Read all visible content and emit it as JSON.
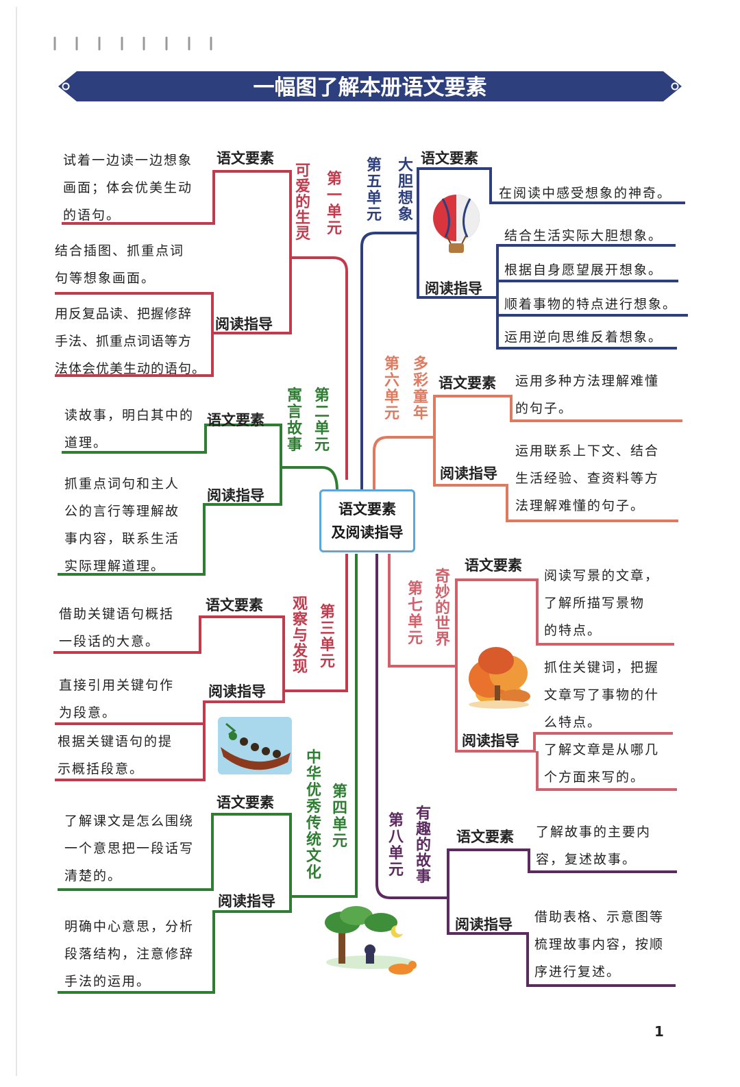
{
  "banner": {
    "title": "一幅图了解本册语文要素"
  },
  "page_number": "1",
  "center": {
    "line1": "语文要素",
    "line2": "及阅读指导"
  },
  "colors": {
    "banner": "#2d3f7c",
    "unit1": "#c23b4c",
    "unit2": "#2e7d32",
    "unit3": "#c23b4c",
    "unit4": "#2e7d32",
    "unit5": "#2d3f7c",
    "unit6": "#e07a5f",
    "unit7": "#d2606b",
    "unit8": "#5b2a5e",
    "center_border": "#5aa7d8"
  },
  "units": [
    {
      "id": "unit1",
      "unit": "第一单元",
      "theme": "可爱的生灵",
      "element_label": "语文要素",
      "guide_label": "阅读指导",
      "element_lines": [
        "试着一边读一边想象",
        "画面；体会优美生动",
        "的语句。"
      ],
      "guides": [
        [
          "结合插图、抓重点词",
          "句等想象画面。"
        ],
        [
          "用反复品读、把握修辞",
          "手法、抓重点词语等方",
          "法体会优美生动的语句。"
        ]
      ]
    },
    {
      "id": "unit2",
      "unit": "第二单元",
      "theme": "寓言故事",
      "element_label": "语文要素",
      "guide_label": "阅读指导",
      "element_lines": [
        "读故事，明白其中的",
        "道理。"
      ],
      "guides": [
        [
          "抓重点词句和主人",
          "公的言行等理解故",
          "事内容，联系生活",
          "实际理解道理。"
        ]
      ]
    },
    {
      "id": "unit3",
      "unit": "第三单元",
      "theme": "观察与发现",
      "element_label": "语文要素",
      "guide_label": "阅读指导",
      "element_lines": [
        "借助关键语句概括",
        "一段话的大意。"
      ],
      "guides": [
        [
          "直接引用关键句作",
          "为段意。"
        ],
        [
          "根据关键语句的提",
          "示概括段意。"
        ]
      ]
    },
    {
      "id": "unit4",
      "unit": "第四单元",
      "theme": "中华优秀传统文化",
      "element_label": "语文要素",
      "guide_label": "阅读指导",
      "element_lines": [
        "了解课文是怎么围绕",
        "一个意思把一段话写",
        "清楚的。"
      ],
      "guides": [
        [
          "明确中心意思，分析",
          "段落结构，注意修辞",
          "手法的运用。"
        ]
      ]
    },
    {
      "id": "unit5",
      "unit": "第五单元",
      "theme": "大胆想象",
      "element_label": "语文要素",
      "guide_label": "阅读指导",
      "element_lines": [
        "在阅读中感受想象的神奇。"
      ],
      "guides": [
        [
          "结合生活实际大胆想象。"
        ],
        [
          "根据自身愿望展开想象。"
        ],
        [
          "顺着事物的特点进行想象。"
        ],
        [
          "运用逆向思维反着想象。"
        ]
      ]
    },
    {
      "id": "unit6",
      "unit": "第六单元",
      "theme": "多彩童年",
      "element_label": "语文要素",
      "guide_label": "阅读指导",
      "element_lines": [
        "运用多种方法理解难懂",
        "的句子。"
      ],
      "guides": [
        [
          "运用联系上下文、结合",
          "生活经验、查资料等方",
          "法理解难懂的句子。"
        ]
      ]
    },
    {
      "id": "unit7",
      "unit": "第七单元",
      "theme": "奇妙的世界",
      "element_label": "语文要素",
      "guide_label": "阅读指导",
      "element_lines": [
        "阅读写景的文章，",
        "了解所描写景物",
        "的特点。"
      ],
      "guides": [
        [
          "抓住关键词，把握",
          "文章写了事物的什",
          "么特点。"
        ],
        [
          "了解文章是从哪几",
          "个方面来写的。"
        ]
      ]
    },
    {
      "id": "unit8",
      "unit": "第八单元",
      "theme": "有趣的故事",
      "element_label": "语文要素",
      "guide_label": "阅读指导",
      "element_lines": [
        "了解故事的主要内",
        "容，复述故事。"
      ],
      "guides": [
        [
          "借助表格、示意图等",
          "梳理故事内容，按顺",
          "序进行复述。"
        ]
      ]
    }
  ],
  "illustrations": [
    {
      "name": "hot-air-balloon-illustration"
    },
    {
      "name": "autumn-tree-illustration"
    },
    {
      "name": "dragon-boat-illustration"
    },
    {
      "name": "tree-and-tiger-illustration"
    }
  ]
}
